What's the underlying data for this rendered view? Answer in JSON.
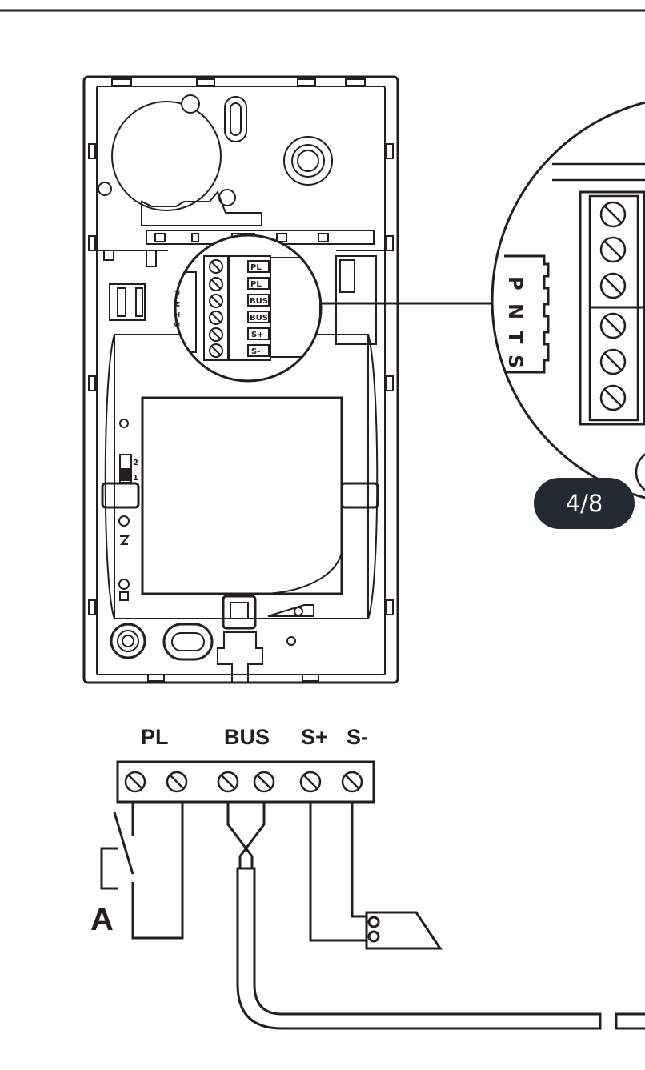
{
  "page_indicator": "4/8",
  "terminal_labels": {
    "pl": "PL",
    "bus": "BUS",
    "s_plus": "S+",
    "s_minus": "S-"
  },
  "callout_labels": [
    "PL",
    "PL",
    "BUS",
    "BUS",
    "S+",
    "S-"
  ],
  "side_labels": [
    "P",
    "N",
    "T",
    "S"
  ],
  "switch_labels": [
    "2",
    "1"
  ],
  "button_label": "A"
}
